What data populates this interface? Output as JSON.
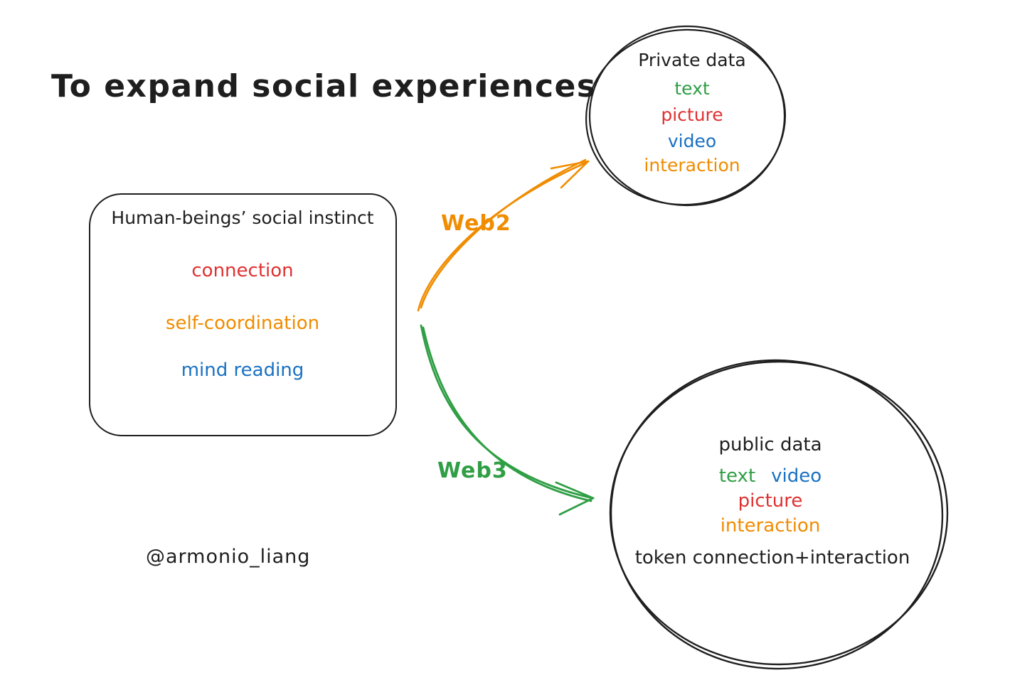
{
  "palette": {
    "ink": "#1e1e1e",
    "red": "#e03131",
    "orange": "#f08c00",
    "green": "#2f9e44",
    "blue": "#1971c2"
  },
  "title": "To expand social experiences",
  "attribution": "@armonio_liang",
  "instinct_box": {
    "title": "Human-beings’ social instinct",
    "items": [
      {
        "label": "connection",
        "color": "#e03131"
      },
      {
        "label": "self-coordination",
        "color": "#f08c00"
      },
      {
        "label": "mind reading",
        "color": "#1971c2"
      }
    ]
  },
  "web2_arrow": {
    "label": "Web2",
    "color": "#f08c00"
  },
  "web3_arrow": {
    "label": "Web3",
    "color": "#2f9e44"
  },
  "private_circle": {
    "title": "Private data",
    "items": [
      {
        "label": "text",
        "color": "#2f9e44"
      },
      {
        "label": "picture",
        "color": "#e03131"
      },
      {
        "label": "video",
        "color": "#1971c2"
      },
      {
        "label": "interaction",
        "color": "#f08c00"
      }
    ]
  },
  "public_circle": {
    "title": "public data",
    "row_items": [
      {
        "label": "text",
        "color": "#2f9e44"
      },
      {
        "label": "video",
        "color": "#1971c2"
      }
    ],
    "items": [
      {
        "label": "picture",
        "color": "#e03131"
      },
      {
        "label": "interaction",
        "color": "#f08c00"
      }
    ],
    "footer": "token connection+interaction"
  }
}
